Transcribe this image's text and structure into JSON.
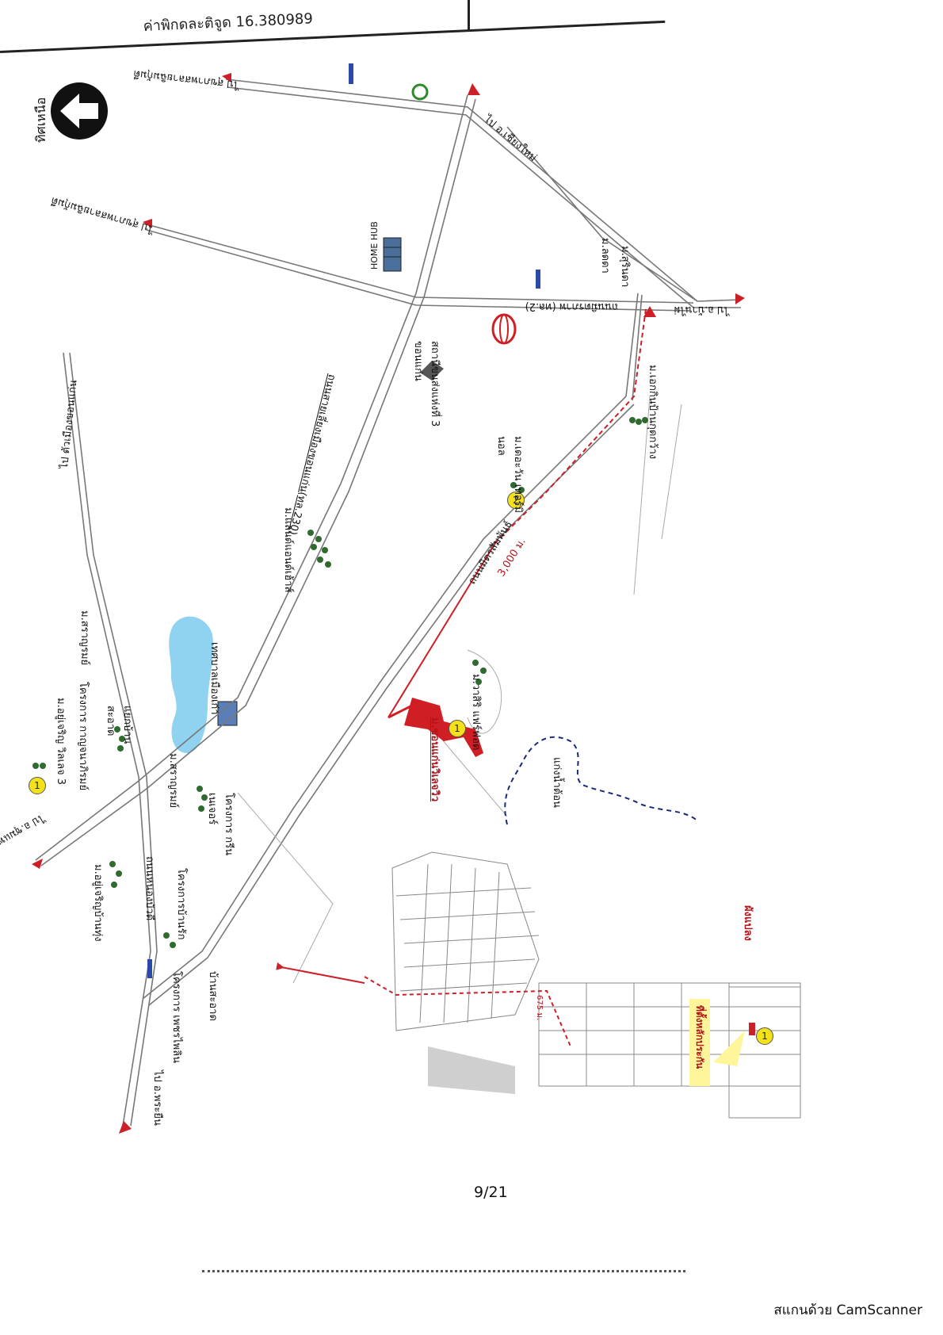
{
  "header": {
    "text": "ค่าพิกดละติจูด 16.380989"
  },
  "north": {
    "label": "ทิศเหนือ"
  },
  "labels": {
    "to_north_road_1": "ไป สุขภาพสลายฉิมกุ้มตี",
    "to_north_road_2": "ไป สุขภาพสลายฉิมกุ้มตี",
    "to_ban_ped_road": "ไป อ.เชียงใหม่",
    "to_town": "ไป ตัวเมืองขอนแก่น",
    "to_ban_phai": "ไป อ.บ้านไผ่",
    "to_phra_yuen": "ไป อ.พระยืน",
    "to_chumpae": "ไป อ.ชุมแพ",
    "home_hub": "HOME HUB",
    "mittraphap_road": "ถนนมิตรภาพ (ทล.2)",
    "bypass_road": "ถนนสายเลี่ยงเมืองขอนแก่น(ทล.230)",
    "mittrasamphan_road": "ถนนมิตรสัมพันธ์",
    "bkk_station": "สถานีขนส่งแห่งที่ 3 ขอนแก่น",
    "distance": "3,000 ม.",
    "distance_small": "675 ม.",
    "m_the_one": "ม.เดอะวัน เทอร์มินอล",
    "m_ek_kin": "ม.เอกกินป้านกุดกว้าง",
    "m_sirinda": "ม.สุรินดา",
    "m_lada": "ม.ลดดา",
    "m_lanna": "ม.แลนด์แอนด์เฮ้าส์",
    "m_park": "ม.วาสิริ แฟร์ฟอต",
    "khon_kaen_univ_village": "ม.ขอนแก่นวิเลจวิว",
    "lake_label": "เทศบาลเมืองเก่า",
    "m_charoen_3": "ม.อยู่เจริญ วิลเลจ 3",
    "proj_kaoteerom": "โครงการ กาญจนาภิรมย์",
    "m_saranrom": "ม.สราญรมย์",
    "ban_sa_ard": "แยกบ้านสะอาด",
    "m_saranrom_2": "ม.สราญรมย์",
    "project_thai": "โครงการ กรีนเนเจอร์",
    "m_charoen_ban": "ม.อยู่เจริญบ้านทุ่ง",
    "project_ban_rak": "โครงการบ้านรัก",
    "project_phet": "โครงการ เพชรไพลิน",
    "ban_sa_ard_2": "บ้านสะอาด",
    "kaeng_lake": "แก่งน้ำต้อน",
    "village_red": "ที่ตั้งหลักประกัน",
    "right_red": "ผังแปลง",
    "road_vertical": "ถนนหนองบัวดี"
  },
  "markers": [
    "1",
    "1",
    "2",
    "1"
  ],
  "page": {
    "number": "9/21"
  },
  "footer": {
    "scanner": "สแกนด้วย CamScanner"
  },
  "colors": {
    "road": "#777777",
    "route": "#cc1f27",
    "subject": "#d01f24",
    "lake": "#8fd3f0",
    "trees": "#2f6b2f",
    "water_dash": "#1a2a7a",
    "marker": "#f3e21a"
  }
}
